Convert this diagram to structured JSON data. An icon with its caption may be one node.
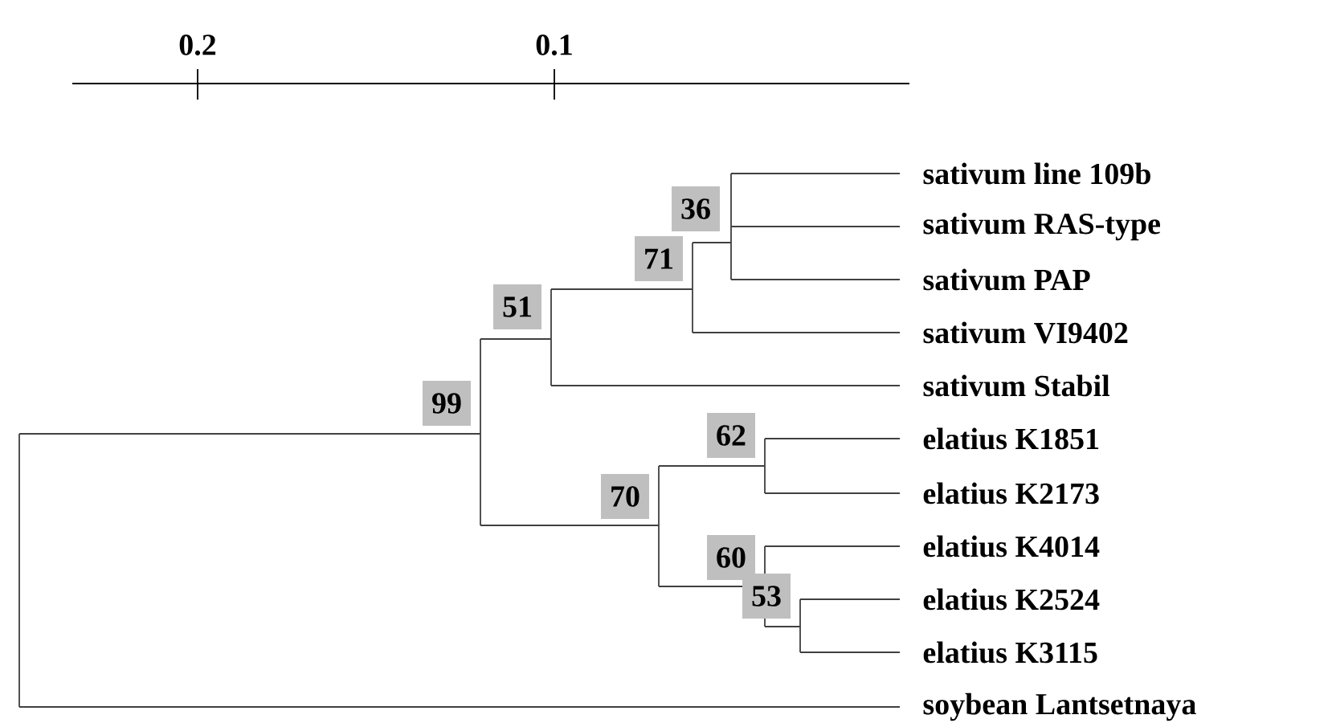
{
  "diagram": {
    "nodes": [
      {
        "text": [
          "36"
        ]
      },
      {
        "text": [
          "71"
        ]
      },
      {
        "text": [
          "51"
        ]
      },
      {
        "text": [
          "99"
        ]
      },
      {
        "text": [
          "62"
        ]
      },
      {
        "text": [
          "70"
        ]
      },
      {
        "text": [
          "60"
        ]
      },
      {
        "text": [
          "53"
        ]
      }
    ],
    "labels": [
      "0.2",
      "0.1",
      "sativum line 109b",
      "sativum RAS-type",
      "sativum PAP",
      "sativum VI9402",
      "sativum Stabil",
      "elatius K1851",
      "elatius K2173",
      "elatius K4014",
      "elatius K2524",
      "elatius K3115",
      "soybean Lantsetnaya"
    ]
  }
}
